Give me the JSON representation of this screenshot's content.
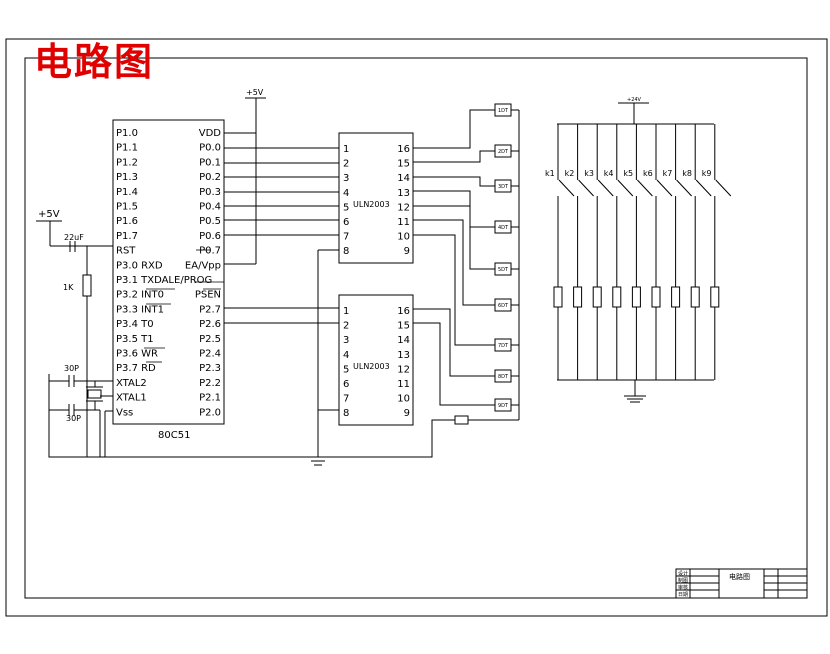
{
  "title": "电路图",
  "mcu": {
    "name": "80C51",
    "left_pins": [
      "P1.0",
      "P1.1",
      "P1.2",
      "P1.3",
      "P1.4",
      "P1.5",
      "P1.6",
      "P1.7",
      "RST",
      "P3.0  RXD",
      "P3.1  TXDALE/PROG",
      "P3.2  INT0",
      "P3.3  INT1",
      "P3.4  T0",
      "P3.5  T1",
      "P3.6  WR",
      "P3.7  RD",
      "XTAL2",
      "XTAL1",
      "Vss"
    ],
    "right_pins": [
      "VDD",
      "P0.0",
      "P0.1",
      "P0.2",
      "P0.3",
      "P0.4",
      "P0.5",
      "P0.6",
      "P0.7",
      "EA/Vpp",
      "",
      "PSEN",
      "P2.7",
      "P2.6",
      "P2.5",
      "P2.4",
      "P2.3",
      "P2.2",
      "P2.1",
      "P2.0"
    ]
  },
  "supply_5v_top": "+5V",
  "supply_5v_left": "+5V",
  "supply_24v": "+24V",
  "cap_reset": "22uF",
  "res_reset": "1K",
  "cap_xtal_1": "30P",
  "cap_xtal_2": "30P",
  "uln1": {
    "name": "ULN2003",
    "left": [
      "1",
      "2",
      "3",
      "4",
      "5",
      "6",
      "7",
      "8"
    ],
    "right": [
      "16",
      "15",
      "14",
      "13",
      "12",
      "11",
      "10",
      "9"
    ]
  },
  "uln2": {
    "name": "ULN2003",
    "left": [
      "1",
      "2",
      "3",
      "4",
      "5",
      "6",
      "7",
      "8"
    ],
    "right": [
      "16",
      "15",
      "14",
      "13",
      "12",
      "11",
      "10",
      "9"
    ]
  },
  "coils": [
    "1DT",
    "2DT",
    "3DT",
    "4DT",
    "5DT",
    "6DT",
    "7DT",
    "8DT",
    "9DT"
  ],
  "switches": [
    "k1",
    "k2",
    "k3",
    "k4",
    "k5",
    "k6",
    "k7",
    "k8",
    "k9"
  ],
  "title_block": {
    "drawing_name": "电路图",
    "left_cells": [
      "设计",
      "制图",
      "审核",
      "日期"
    ],
    "right_cells": [
      "",
      "",
      "",
      ""
    ]
  }
}
